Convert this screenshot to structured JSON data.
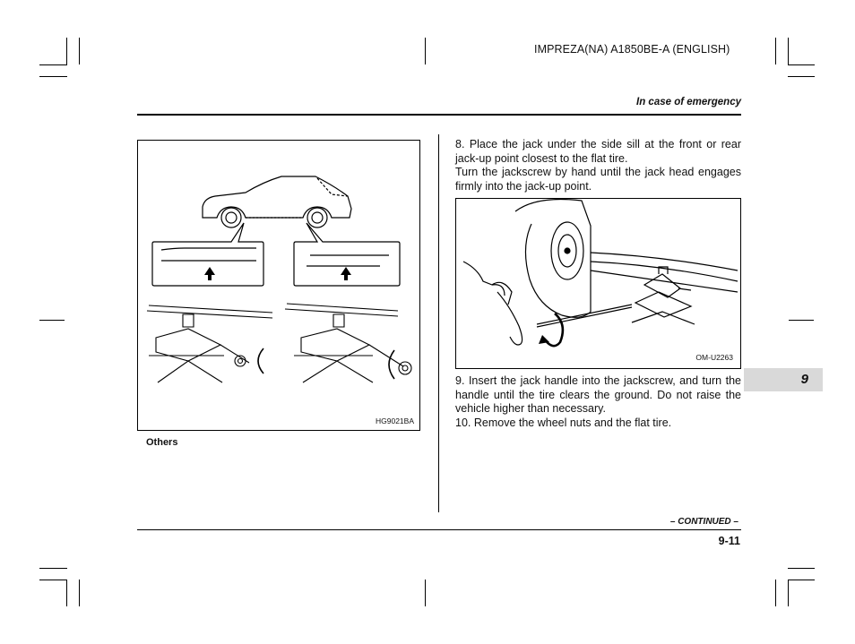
{
  "header": {
    "doc_id": "IMPREZA(NA) A1850BE-A (ENGLISH)",
    "section_title": "In case of emergency"
  },
  "left_figure": {
    "code": "HG9021BA",
    "caption": "Others",
    "icons": [
      "car-side-icon",
      "jack-point-callout-icon",
      "scissor-jack-icon",
      "rotation-arrow-icon"
    ]
  },
  "right_figure": {
    "code": "OM-U2263",
    "icons": [
      "tire-icon",
      "scissor-jack-icon",
      "jack-handle-icon",
      "hand-icon",
      "rotation-arrow-icon"
    ]
  },
  "steps": [
    {
      "lines": [
        "8. Place the jack under the side sill at the front or rear jack-up point closest to the flat tire.",
        "Turn the jackscrew by hand until the jack head engages firmly into the jack-up point."
      ]
    },
    {
      "lines": [
        "9. Insert the jack handle into the jackscrew, and turn the handle until the tire clears the ground. Do not raise the vehicle higher than necessary.",
        "10. Remove the wheel nuts and the flat tire."
      ]
    }
  ],
  "chapter_tab": "9",
  "footer": {
    "continued": "– CONTINUED –",
    "page_number": "9-11"
  }
}
